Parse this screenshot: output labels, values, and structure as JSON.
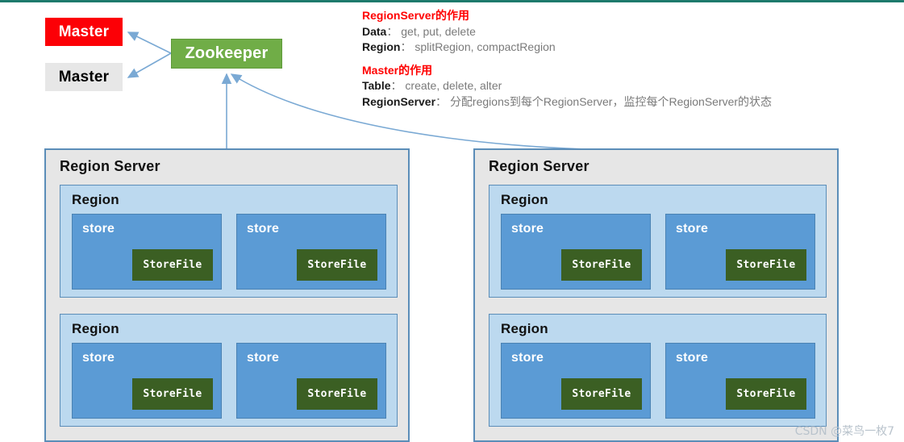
{
  "diagram": {
    "title": "HBase architecture diagram",
    "top_rule_color": "#1d7a6c",
    "nodes": {
      "master_active": {
        "label": "Master",
        "color": "#fc0006",
        "text_color": "#ffffff"
      },
      "master_standby": {
        "label": "Master",
        "color": "#e7e7e7",
        "text_color": "#000000"
      },
      "zookeeper": {
        "label": "Zookeeper",
        "color": "#70ad47",
        "text_color": "#ffffff"
      }
    },
    "annotations": {
      "regionserver": {
        "title": "RegionServer的作用",
        "title_color": "#ff0000",
        "lines": [
          {
            "key": "Data",
            "sep": "：",
            "value": "get, put, delete"
          },
          {
            "key": "Region",
            "sep": "：",
            "value": "splitRegion, compactRegion"
          }
        ]
      },
      "master": {
        "title": "Master的作用",
        "title_color": "#ff0000",
        "lines": [
          {
            "key": "Table",
            "sep": "：",
            "value": "create, delete, alter"
          },
          {
            "key": "RegionServer",
            "sep": "：",
            "value": "分配regions到每个RegionServer，监控每个RegionServer的状态"
          }
        ]
      }
    },
    "region_servers": [
      {
        "title": "Region Server",
        "regions": [
          {
            "title": "Region",
            "stores": [
              {
                "title": "store",
                "storefile": "StoreFile"
              },
              {
                "title": "store",
                "storefile": "StoreFile"
              }
            ]
          },
          {
            "title": "Region",
            "stores": [
              {
                "title": "store",
                "storefile": "StoreFile"
              },
              {
                "title": "store",
                "storefile": "StoreFile"
              }
            ]
          }
        ]
      },
      {
        "title": "Region Server",
        "regions": [
          {
            "title": "Region",
            "stores": [
              {
                "title": "store",
                "storefile": "StoreFile"
              },
              {
                "title": "store",
                "storefile": "StoreFile"
              }
            ]
          },
          {
            "title": "Region",
            "stores": [
              {
                "title": "store",
                "storefile": "StoreFile"
              },
              {
                "title": "store",
                "storefile": "StoreFile"
              }
            ]
          }
        ]
      }
    ],
    "connectors": {
      "color": "#7aa9d4",
      "edges": [
        {
          "from": "zookeeper",
          "to": "master_active"
        },
        {
          "from": "zookeeper",
          "to": "master_standby"
        },
        {
          "from": "region_server_left",
          "to": "zookeeper"
        },
        {
          "from": "region_server_right",
          "to": "zookeeper"
        }
      ]
    },
    "watermark": "CSDN @菜鸟一枚7"
  }
}
